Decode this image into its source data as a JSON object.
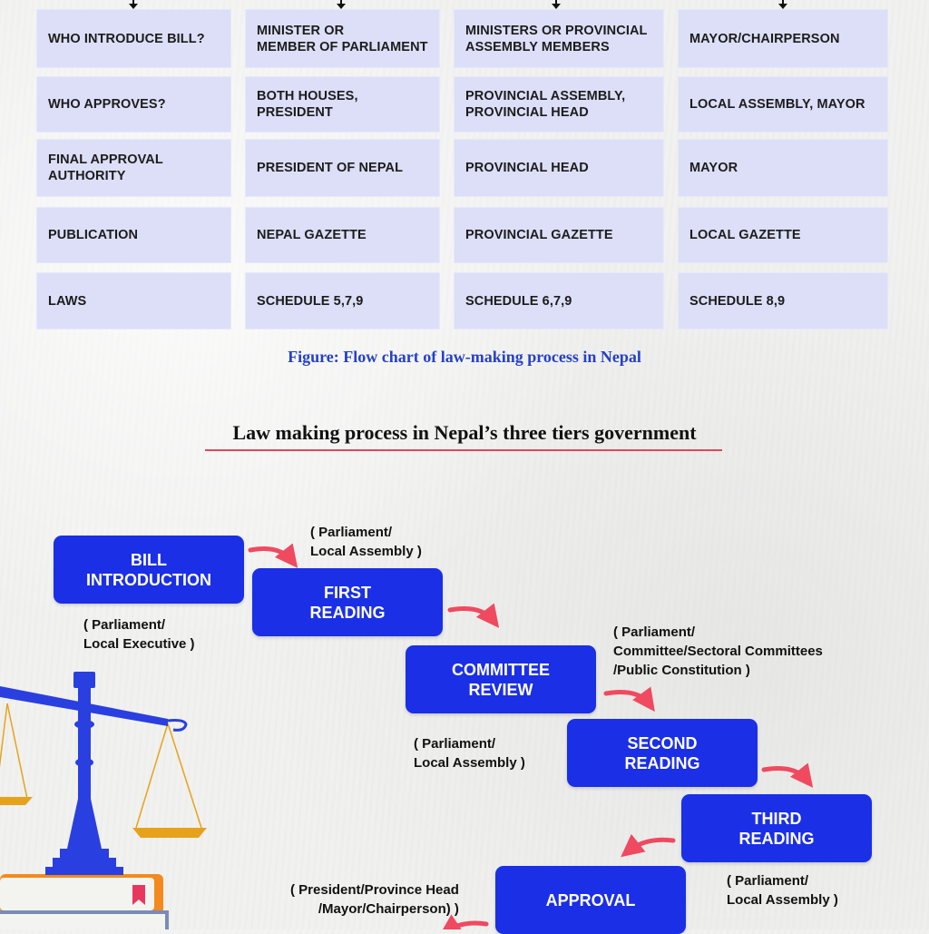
{
  "table": {
    "rows": [
      [
        "WHO INTRODUCE BILL?",
        "MINISTER OR\nMEMBER OF PARLIAMENT",
        "MINISTERS OR PROVINCIAL\nASSEMBLY MEMBERS",
        "MAYOR/CHAIRPERSON"
      ],
      [
        "WHO APPROVES?",
        "BOTH HOUSES,\nPRESIDENT",
        "PROVINCIAL ASSEMBLY,\nPROVINCIAL HEAD",
        "LOCAL ASSEMBLY, MAYOR"
      ],
      [
        "FINAL APPROVAL\nAUTHORITY",
        "PRESIDENT OF NEPAL",
        "PROVINCIAL HEAD",
        "MAYOR"
      ],
      [
        "PUBLICATION",
        "NEPAL GAZETTE",
        "PROVINCIAL GAZETTE",
        "LOCAL GAZETTE"
      ],
      [
        "LAWS",
        "SCHEDULE 5,7,9",
        "SCHEDULE 6,7,9",
        "SCHEDULE 8,9"
      ]
    ]
  },
  "figure_caption": "Figure: Flow chart of law-making process in Nepal",
  "process_heading": "Law making process in Nepal’s three tiers government",
  "steps": [
    {
      "label": "BILL\nINTRODUCTION",
      "note": "( Parliament/\nLocal Executive )"
    },
    {
      "label": "FIRST\nREADING",
      "note": "( Parliament/\nLocal Assembly )"
    },
    {
      "label": "COMMITTEE\nREVIEW",
      "note": "( Parliament/\nCommittee/Sectoral Committees\n/Public Constitution )"
    },
    {
      "label": "SECOND\nREADING",
      "note": "( Parliament/\nLocal Assembly )"
    },
    {
      "label": "THIRD\nREADING",
      "note": "( Parliament/\nLocal Assembly )"
    },
    {
      "label": "APPROVAL",
      "note": "( President/Province Head\n/Mayor/Chairperson) )"
    }
  ],
  "colors": {
    "step_fill": "#1a2fe6",
    "connector_arrow": "#ef4a5f",
    "table_cell": "#dcdff7",
    "caption_text": "#2540c8",
    "scale_metal": "#2a3fe0",
    "scale_pan": "#e7a21c"
  },
  "illustration": "scales-of-justice-on-books"
}
